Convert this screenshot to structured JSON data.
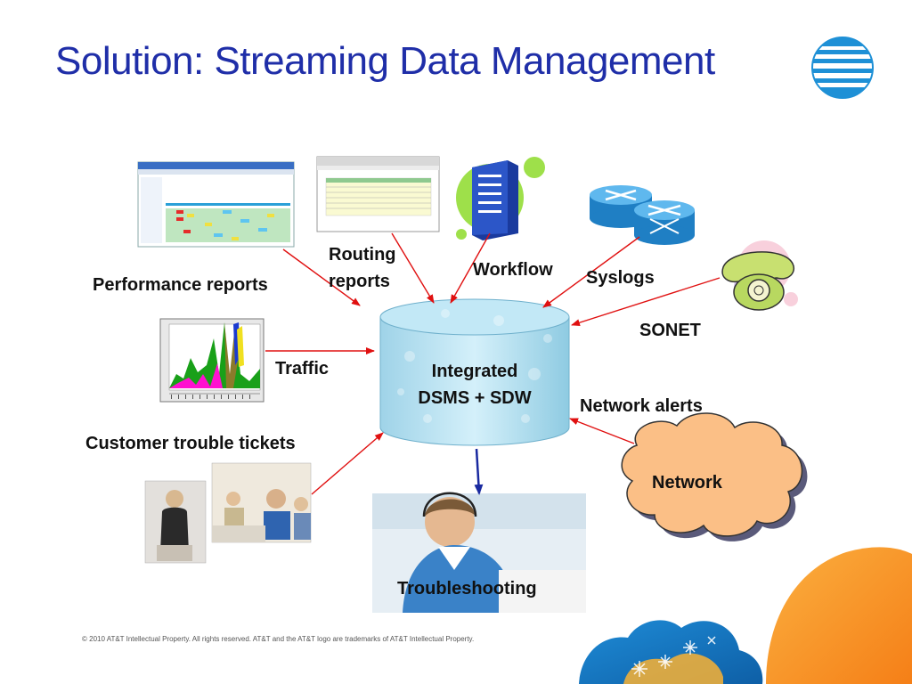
{
  "title": "Solution: Streaming Data Management",
  "center": {
    "line1": "Integrated",
    "line2": "DSMS + SDW"
  },
  "sources": {
    "performance_reports": "Performance reports",
    "routing_reports_line1": "Routing",
    "routing_reports_line2": "reports",
    "workflow": "Workflow",
    "syslogs": "Syslogs",
    "sonet": "SONET",
    "traffic": "Traffic",
    "network_alerts": "Network alerts",
    "customer_trouble_tickets": "Customer trouble tickets",
    "network": "Network",
    "troubleshooting": "Troubleshooting"
  },
  "footer": "© 2010 AT&T Intellectual Property. All rights reserved. AT&T and the AT&T logo are trademarks of AT&T Intellectual Property.",
  "colors": {
    "title": "#1f2ea8",
    "arrow": "#e01010",
    "output_arrow": "#1a2aa0",
    "cylinder": "#a8dcef",
    "cloud": "#fbbf86",
    "accent_orange": "#f7941d"
  }
}
